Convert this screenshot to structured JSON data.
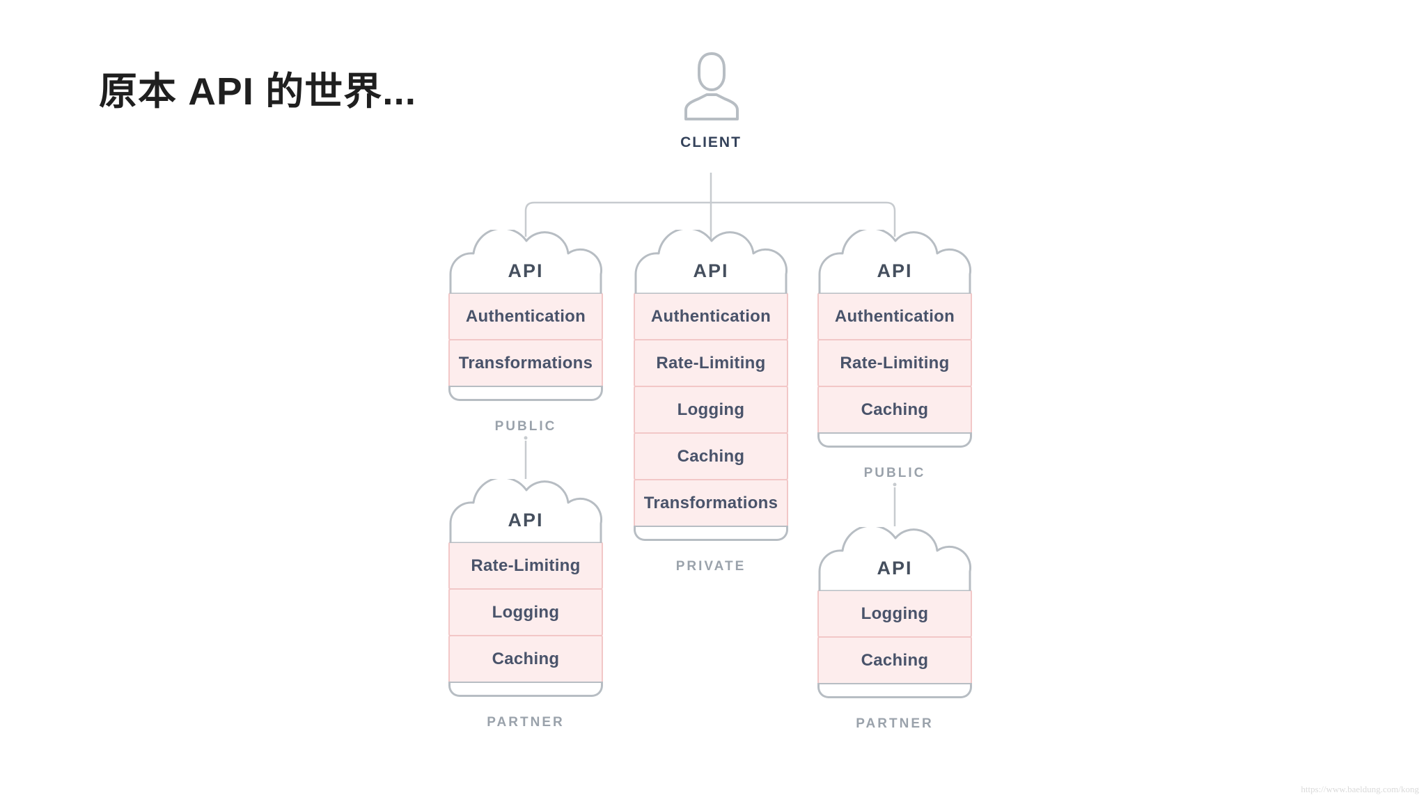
{
  "title": "原本 API 的世界...",
  "client": {
    "label": "CLIENT"
  },
  "watermark": "https://www.baeldung.com/kong",
  "diagram": {
    "nodes": [
      {
        "id": "api-public-top-left",
        "label": "API",
        "zone": "PUBLIC",
        "features": [
          "Authentication",
          "Transformations"
        ]
      },
      {
        "id": "api-private-center",
        "label": "API",
        "zone": "PRIVATE",
        "features": [
          "Authentication",
          "Rate-Limiting",
          "Logging",
          "Caching",
          "Transformations"
        ]
      },
      {
        "id": "api-public-top-right",
        "label": "API",
        "zone": "PUBLIC",
        "features": [
          "Authentication",
          "Rate-Limiting",
          "Caching"
        ]
      },
      {
        "id": "api-partner-bottom-left",
        "label": "API",
        "zone": "PARTNER",
        "features": [
          "Rate-Limiting",
          "Logging",
          "Caching"
        ]
      },
      {
        "id": "api-partner-bottom-right",
        "label": "API",
        "zone": "PARTNER",
        "features": [
          "Logging",
          "Caching"
        ]
      }
    ],
    "colors": {
      "feature_fill": "#fdeded",
      "feature_border": "#f2c7c7",
      "outline": "#b7bdc3",
      "connector": "#c7cbcf",
      "feature_text": "#49536a",
      "zone_text": "#9aa2ab",
      "api_text": "#454f5e",
      "client_text": "#34425a",
      "title_text": "#1f1f1f",
      "watermark_text": "#dadada"
    }
  }
}
